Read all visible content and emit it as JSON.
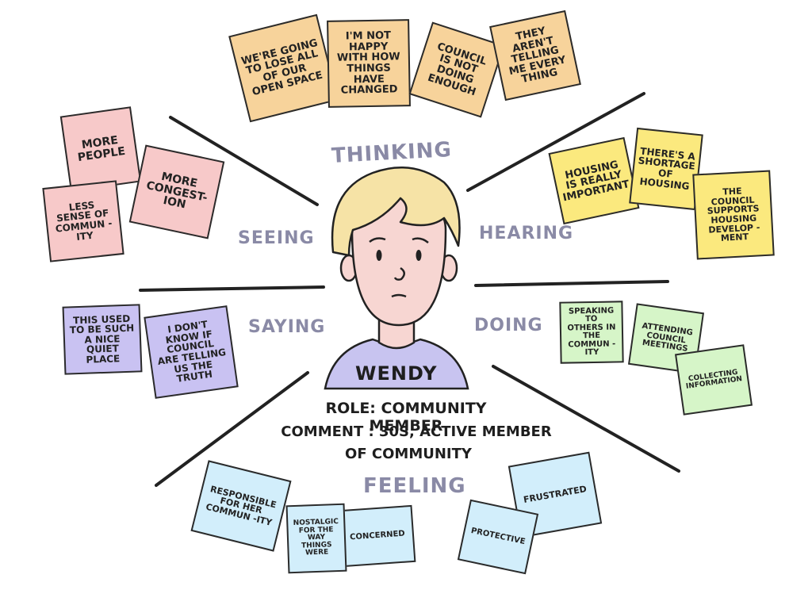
{
  "persona": {
    "name": "WENDY",
    "role_line": "ROLE: COMMUNITY MEMBER",
    "comment_line": "COMMENT : 30s, ACTIVE MEMBER",
    "comment_line2": "OF COMMUNITY"
  },
  "labels": {
    "thinking": "THINKING",
    "hearing": "HEARING",
    "seeing": "SEEING",
    "saying": "SAYING",
    "doing": "DOING",
    "feeling": "FEELING"
  },
  "colors": {
    "thinking": "#f7d39b",
    "hearing": "#fbe97e",
    "seeing": "#f7c9c9",
    "saying": "#c9c2f2",
    "doing": "#d6f5c8",
    "feeling": "#d2eefb",
    "shirt": "#c8c4f0",
    "skin": "#f7d6d2",
    "hair": "#f6e3a6"
  },
  "notes": {
    "thinking": [
      "WE'RE GOING TO LOSE ALL OF OUR OPEN SPACE",
      "I'M NOT HAPPY WITH HOW THINGS HAVE CHANGED",
      "COUNCIL IS NOT DOING ENOUGH",
      "THEY AREN'T TELLING ME EVERY THING"
    ],
    "hearing": [
      "HOUSING IS REALLY IMPORTANT",
      "THERE'S A SHORTAGE OF HOUSING",
      "THE COUNCIL SUPPORTS HOUSING DEVELOP -MENT"
    ],
    "seeing": [
      "MORE PEOPLE",
      "MORE CONGEST- ION",
      "LESS SENSE OF COMMUN -ITY"
    ],
    "saying": [
      "THIS USED TO BE SUCH A NICE QUIET PLACE",
      "I DON'T KNOW IF COUNCIL ARE TELLING US THE TRUTH"
    ],
    "doing": [
      "SPEAKING TO OTHERS IN THE COMMUN -ITY",
      "ATTENDING COUNCIL MEETINGS",
      "COLLECTING INFORMATION"
    ],
    "feeling": [
      "RESPONSIBLE FOR HER COMMUN -ITY",
      "NOSTALGIC FOR THE WAY THINGS WERE",
      "CONCERNED",
      "FRUSTRATED",
      "PROTECTIVE"
    ]
  }
}
